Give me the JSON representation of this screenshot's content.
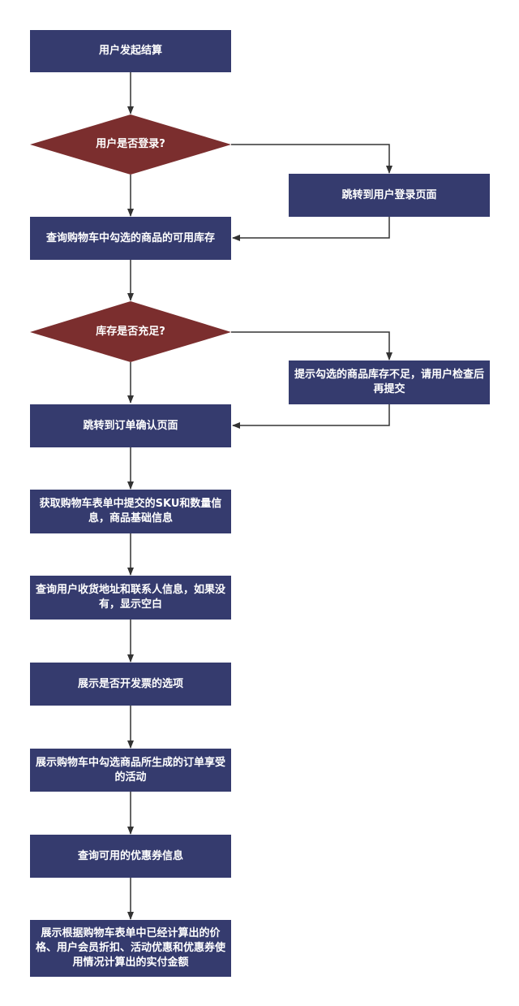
{
  "colors": {
    "process_fill": "#353b6e",
    "decision_fill": "#7b2e2e",
    "connector": "#333333",
    "text": "#ffffff"
  },
  "nodes": {
    "start": "用户发起结算",
    "login_check": "用户是否登录?",
    "goto_login": "跳转到用户登录页面",
    "query_stock": "查询购物车中勾选的商品的可用库存",
    "stock_check": "库存是否充足?",
    "stock_warning": "提示勾选的商品库存不足，请用户检查后再提交",
    "goto_confirm": "跳转到订单确认页面",
    "get_sku": "获取购物车表单中提交的SKU和数量信息，商品基础信息",
    "query_address": "查询用户收货地址和联系人信息，如果没有，显示空白",
    "show_invoice": "展示是否开发票的选项",
    "show_promotions": "展示购物车中勾选商品所生成的订单享受的活动",
    "query_coupons": "查询可用的优惠券信息",
    "show_payment": "展示根据购物车表单中已经计算出的价格、用户会员折扣、活动优惠和优惠券使用情况计算出的实付金额"
  }
}
